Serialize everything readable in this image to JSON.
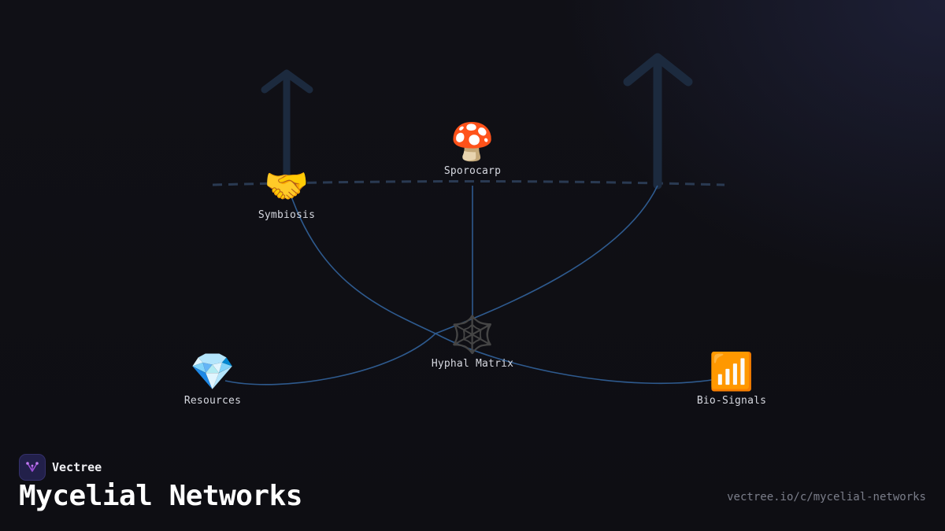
{
  "brand": {
    "name": "Vectree"
  },
  "page": {
    "title": "Mycelial Networks",
    "url": "vectree.io/c/mycelial-networks"
  },
  "diagram": {
    "nodes": {
      "sporocarp": {
        "emoji": "🍄",
        "label": "Sporocarp"
      },
      "symbiosis": {
        "emoji": "🤝",
        "label": "Symbiosis"
      },
      "hyphal_matrix": {
        "emoji": "🕸️",
        "label": "Hyphal Matrix"
      },
      "resources": {
        "emoji": "💎",
        "label": "Resources"
      },
      "bio_signals": {
        "emoji": "📶",
        "label": "Bio-Signals"
      }
    },
    "colors": {
      "edge": "#2e5a8e",
      "arrow": "#1c2a3e",
      "ground_line": "#2a3a52",
      "logo_accent": "#9b4fd6"
    }
  }
}
